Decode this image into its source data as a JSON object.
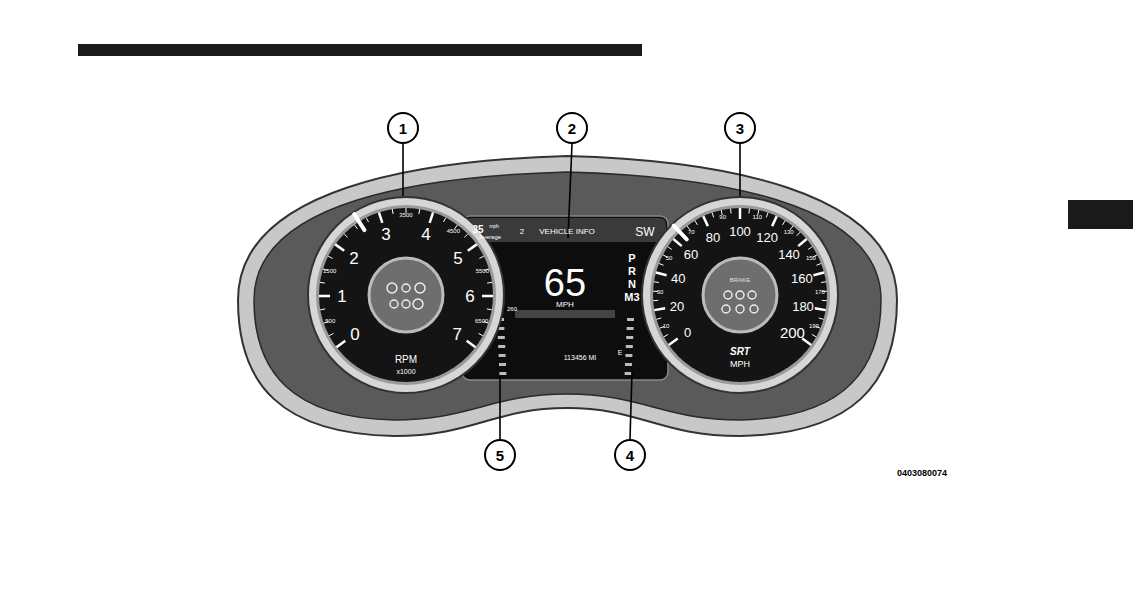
{
  "diagram": {
    "labels": [
      "1",
      "2",
      "3",
      "5",
      "4",
      "0403080074",
      "0",
      "1",
      "2",
      "3",
      "4",
      "5",
      "6",
      "7",
      "500",
      "1500",
      "3500",
      "4500",
      "5500",
      "6500",
      "RPM",
      "x1000",
      "35",
      "mph",
      "Average",
      "2",
      "VEHICLE INFO",
      "SW",
      "65",
      "MPH",
      "113456 MI",
      "P",
      "R",
      "N",
      "M3",
      "260",
      "E",
      "0",
      "20",
      "40",
      "60",
      "80",
      "100",
      "120",
      "140",
      "160",
      "180",
      "200",
      "10",
      "30",
      "50",
      "70",
      "90",
      "110",
      "130",
      "150",
      "170",
      "190",
      "BRAKE",
      "SRT",
      "MPH"
    ]
  }
}
